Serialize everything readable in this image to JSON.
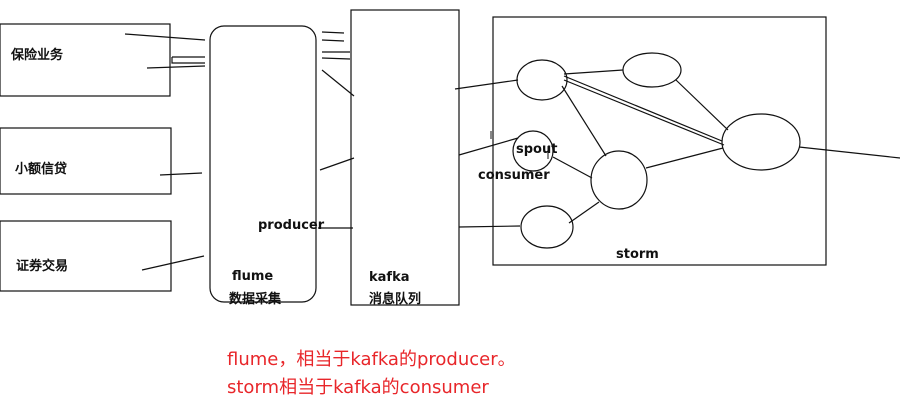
{
  "sources": [
    {
      "label": "保险业务"
    },
    {
      "label": "小额信贷"
    },
    {
      "label": "证券交易"
    }
  ],
  "flume": {
    "name": "flume",
    "sub": "数据采集",
    "producer_label": "producer"
  },
  "kafka": {
    "name": "kafka",
    "sub": "消息队列"
  },
  "storm": {
    "name": "storm",
    "spout_label": "spout",
    "consumer_label": "consumer"
  },
  "notes": {
    "line1": "flume，相当于kafka的producer。",
    "line2": "storm相当于kafka的consumer"
  },
  "colors": {
    "note": "#e8262a",
    "stroke": "#111111"
  }
}
